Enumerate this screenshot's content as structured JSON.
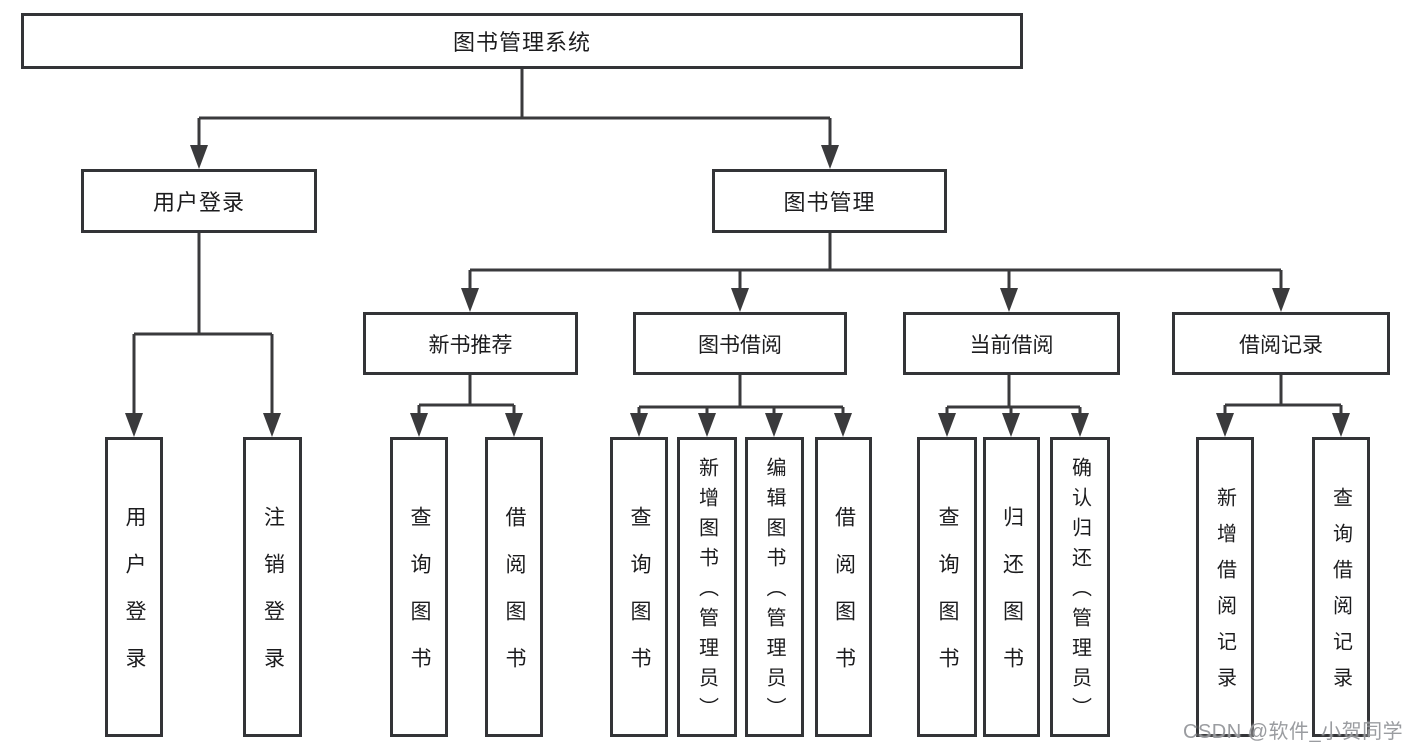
{
  "colors": {
    "line": "#3a3a3c",
    "box_border": "#333437",
    "text": "#1c1c1e",
    "watermark": "#919498",
    "background": "#ffffff"
  },
  "watermark": {
    "text": "CSDN @软件_小贺同学"
  },
  "tree": {
    "label": "图书管理系统",
    "children": [
      {
        "label": "用户登录",
        "children": [
          {
            "label": "用户登录"
          },
          {
            "label": "注销登录"
          }
        ]
      },
      {
        "label": "图书管理",
        "children": [
          {
            "label": "新书推荐",
            "children": [
              {
                "label": "查询图书"
              },
              {
                "label": "借阅图书"
              }
            ]
          },
          {
            "label": "图书借阅",
            "children": [
              {
                "label": "查询图书"
              },
              {
                "label": "新增图书（管理员）"
              },
              {
                "label": "编辑图书（管理员）"
              },
              {
                "label": "借阅图书"
              }
            ]
          },
          {
            "label": "当前借阅",
            "children": [
              {
                "label": "查询图书"
              },
              {
                "label": "归还图书"
              },
              {
                "label": "确认归还（管理员）"
              }
            ]
          },
          {
            "label": "借阅记录",
            "children": [
              {
                "label": "新增借阅记录"
              },
              {
                "label": "查询借阅记录"
              }
            ]
          }
        ]
      }
    ]
  }
}
